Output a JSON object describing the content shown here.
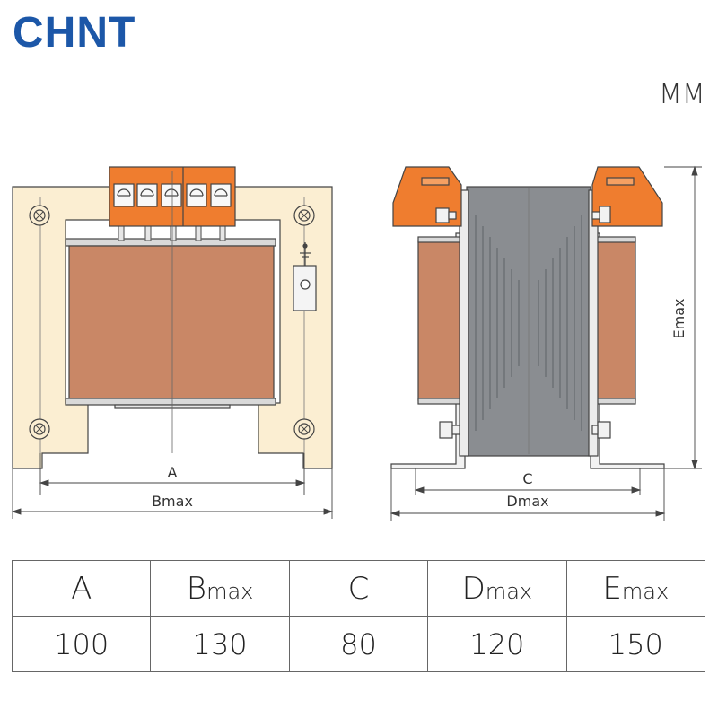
{
  "brand": {
    "name": "CHNT",
    "color": "#1c57a8"
  },
  "unit_label": "MM",
  "dimensions": {
    "front": {
      "a_label": "A",
      "b_label": "Bmax"
    },
    "side": {
      "c_label": "C",
      "d_label": "Dmax",
      "e_label": "Emax"
    }
  },
  "table": {
    "headers": [
      {
        "main": "A",
        "sub": ""
      },
      {
        "main": "B",
        "sub": "max"
      },
      {
        "main": "C",
        "sub": ""
      },
      {
        "main": "D",
        "sub": "max"
      },
      {
        "main": "E",
        "sub": "max"
      }
    ],
    "values": [
      "100",
      "130",
      "80",
      "120",
      "150"
    ]
  },
  "colors": {
    "frame": "#fbeed2",
    "coil": "#c98766",
    "terminal": "#ef7d2f",
    "core": "#8a8d91",
    "outline": "#444444"
  }
}
